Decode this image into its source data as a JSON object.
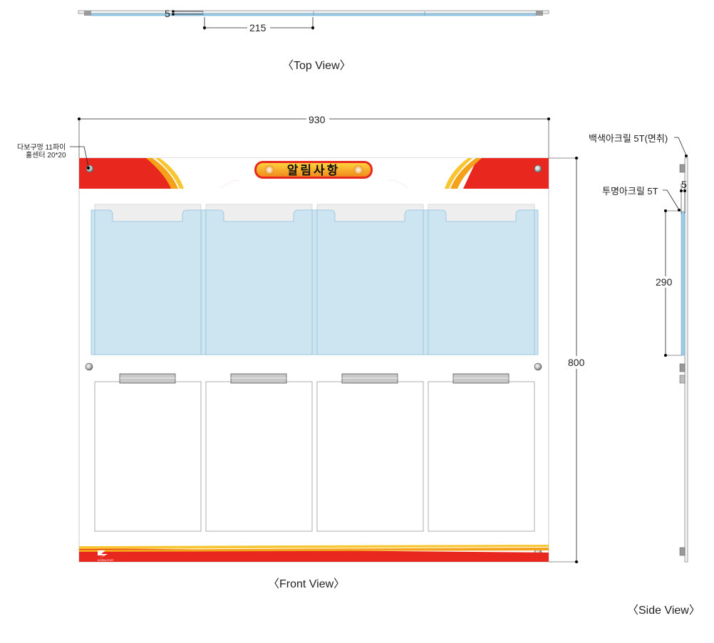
{
  "views": {
    "top": "〈Top View〉",
    "front": "〈Front View〉",
    "side": "〈Side View〉"
  },
  "top_view": {
    "dim_thickness": "5",
    "dim_pocket_width": "215"
  },
  "front_view": {
    "dim_width": "930",
    "dim_height": "800",
    "title_banner": "알림사항",
    "hole_note_line1": "다보구멍 11파이",
    "hole_note_line2": "홀센터 20*20",
    "logo_text": "KOREA POST"
  },
  "side_view": {
    "label_white_acrylic": "백색아크릴 5T(면취)",
    "label_clear_acrylic": "투명아크릴 5T",
    "dim_depth": "5",
    "dim_pocket_height": "290"
  },
  "colors": {
    "banner_red": "#e8281e",
    "stripe_orange": "#f4a21a",
    "stripe_yellow": "#f8c630",
    "acrylic_blue": "#cde4f1",
    "acrylic_edge": "#8fc0dc",
    "tab_gray": "#eeeeee",
    "clip_gray": "#c8c8c8"
  }
}
